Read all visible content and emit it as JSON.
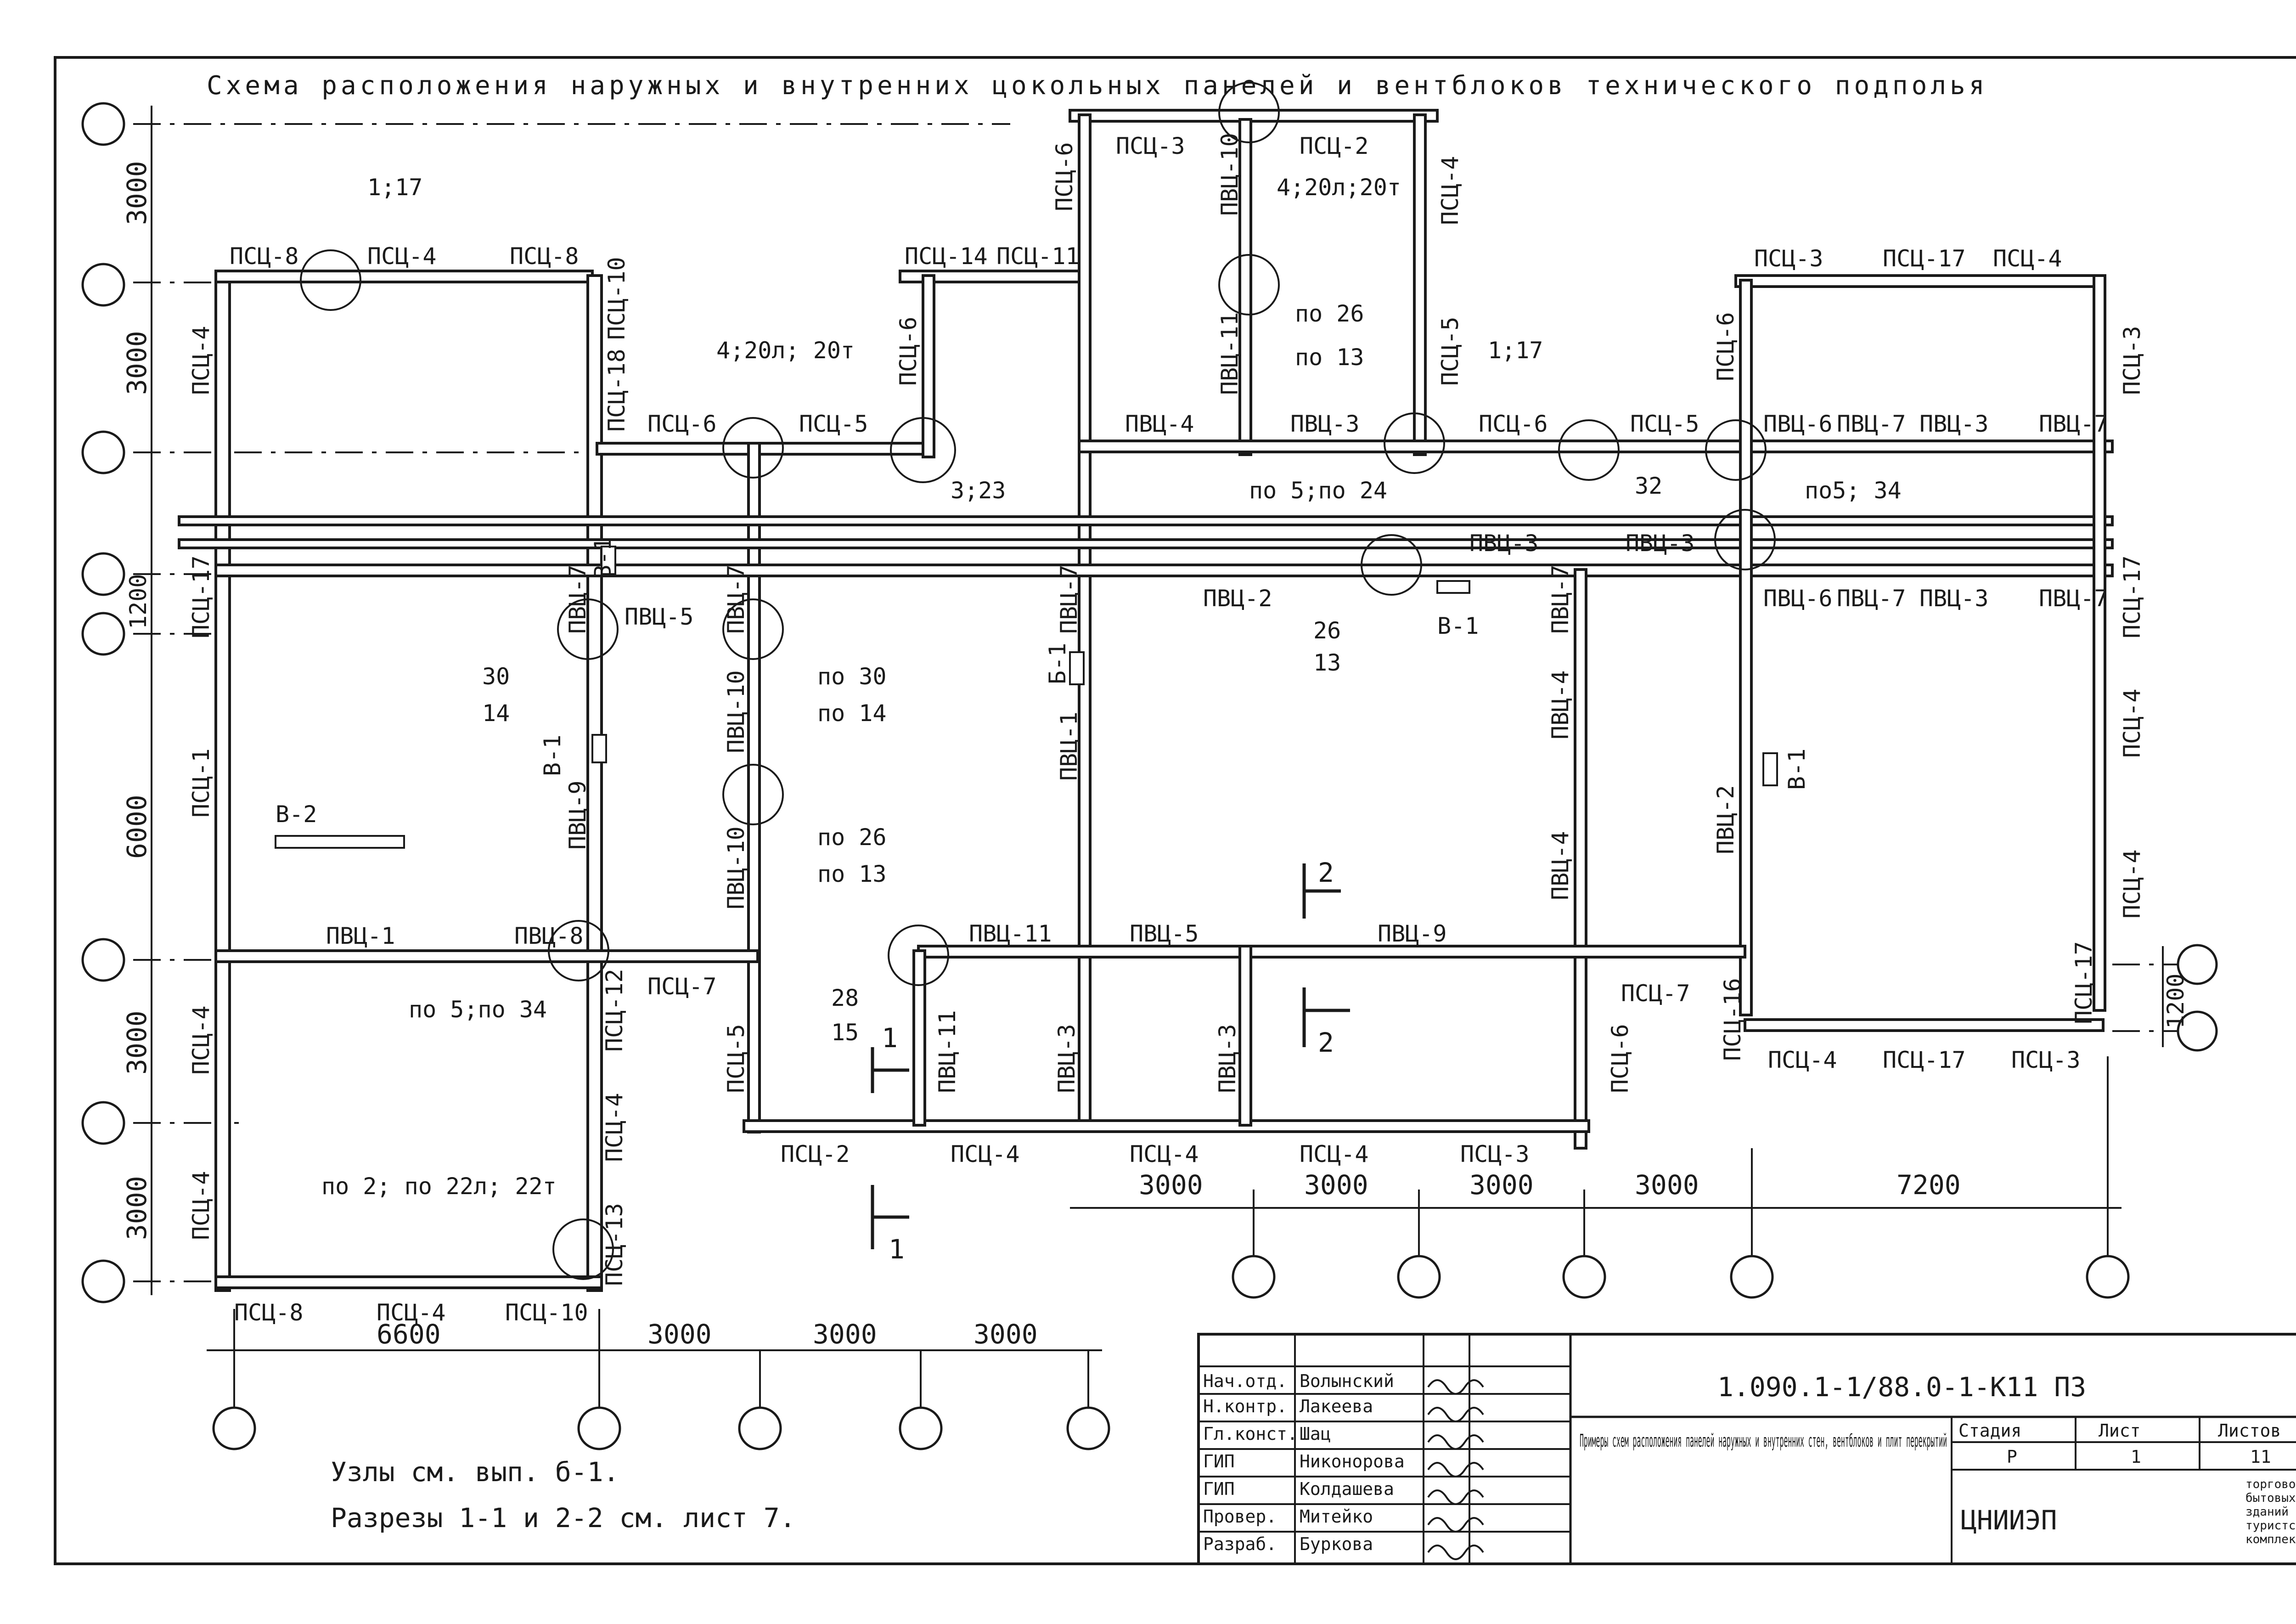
{
  "drawing": {
    "title": "Схема расположения наружных и внутренних цокольных панелей и вентблоков технического подполья",
    "notes": [
      "Узлы см. вып. б-1.",
      "Разрезы 1-1 и 2-2 см. лист 7."
    ]
  },
  "dimensions": {
    "left": [
      "3000",
      "3000",
      "1200",
      "6000",
      "3000",
      "3000"
    ],
    "bottom": [
      "6600",
      "3000",
      "3000",
      "3000"
    ],
    "bottom_right": [
      "3000",
      "3000",
      "3000",
      "3000",
      "7200"
    ],
    "right_small": "1200"
  },
  "panels": [
    "ПСЦ-8",
    "ПСЦ-4",
    "ПСЦ-8",
    "ПСЦ-14",
    "ПСЦ-11",
    "ПСЦ-3",
    "ПСЦ-2",
    "ПСЦ-3",
    "ПСЦ-17",
    "ПСЦ-4",
    "ПСЦ-4",
    "ПСЦ-18",
    "ПСЦ-10",
    "ПСЦ-6",
    "ПСЦ-6",
    "ПСЦ-5",
    "ПСЦ-6",
    "ПВЦ-10",
    "ПВЦ-11",
    "ПСЦ-4",
    "ПСЦ-5",
    "ПВЦ-4",
    "ПВЦ-3",
    "ПСЦ-6",
    "ПСЦ-5",
    "ПСЦ-6",
    "ПВЦ-6",
    "ПВЦ-7",
    "ПВЦ-3",
    "ПВЦ-7",
    "ПСЦ-3",
    "ПСЦ-17",
    "ПВЦ-7",
    "ПВЦ-5",
    "ПВЦ-7",
    "ПВЦ-2",
    "ПВЦ-3",
    "ПВЦ-3",
    "ПВЦ-7",
    "ПВЦ-7",
    "ПВЦ-6",
    "ПВЦ-7",
    "ПВЦ-3",
    "ПВЦ-7",
    "ПСЦ-17",
    "ПСЦ-1",
    "ПВЦ-9",
    "ПВЦ-10",
    "ПВЦ-10",
    "ПВЦ-1",
    "ПВЦ-4",
    "ПВЦ-4",
    "ПВЦ-2",
    "ПСЦ-4",
    "ПСЦ-4",
    "ПВЦ-1",
    "ПВЦ-8",
    "ПСЦ-7",
    "ПСЦ-12",
    "ПВЦ-11",
    "ПВЦ-5",
    "ПВЦ-9",
    "ПСЦ-7",
    "ПСЦ-16",
    "ПСЦ-17",
    "ПСЦ-4",
    "ПСЦ-4",
    "ПСЦ-5",
    "ПВЦ-11",
    "ПВЦ-3",
    "ПВЦ-3",
    "ПСЦ-6",
    "ПСЦ-4",
    "ПСЦ-17",
    "ПСЦ-3",
    "ПСЦ-4",
    "ПСЦ-13",
    "ПСЦ-2",
    "ПСЦ-4",
    "ПСЦ-4",
    "ПСЦ-4",
    "ПСЦ-3",
    "ПСЦ-8",
    "ПСЦ-4",
    "ПСЦ-10",
    "В-1",
    "В-1",
    "В-1",
    "В-1",
    "Б-1",
    "В-2"
  ],
  "node_refs": [
    "1;17",
    "4;20л;20т",
    "по 26",
    "по 13",
    "4;20л; 20т",
    "1;17",
    "3;23",
    "по 5;по 24",
    "32",
    "по5; 34",
    "26",
    "13",
    "30",
    "14",
    "по 30",
    "по 14",
    "по 26",
    "по 13",
    "28",
    "15",
    "по 5;по 34",
    "по 2; по 22л; 22т"
  ],
  "sections": [
    "1",
    "1",
    "2",
    "2"
  ],
  "title_block": {
    "code": "1.090.1-1/88.0-1-К11 ПЗ",
    "description": "Примеры схем расположения панелей наружных и внутренних стен, вентблоков и плит перекрытий",
    "stage_header": "Стадия",
    "sheet_header": "Лист",
    "sheets_header": "Листов",
    "stage": "Р",
    "sheet": "1",
    "sheets": "11",
    "org": "ЦНИИЭП",
    "org_note": [
      "торгово-",
      "бытовых",
      "зданий и",
      "туристских",
      "комплексов"
    ],
    "staff": [
      {
        "role": "Нач.отд.",
        "name": "Волынский"
      },
      {
        "role": "Н.контр.",
        "name": "Лакеева"
      },
      {
        "role": "Гл.конст.",
        "name": "Шац"
      },
      {
        "role": "ГИП",
        "name": "Никонорова"
      },
      {
        "role": "ГИП",
        "name": "Колдашева"
      },
      {
        "role": "Провер.",
        "name": "Митейко"
      },
      {
        "role": "Разраб.",
        "name": "Буркова"
      }
    ]
  }
}
